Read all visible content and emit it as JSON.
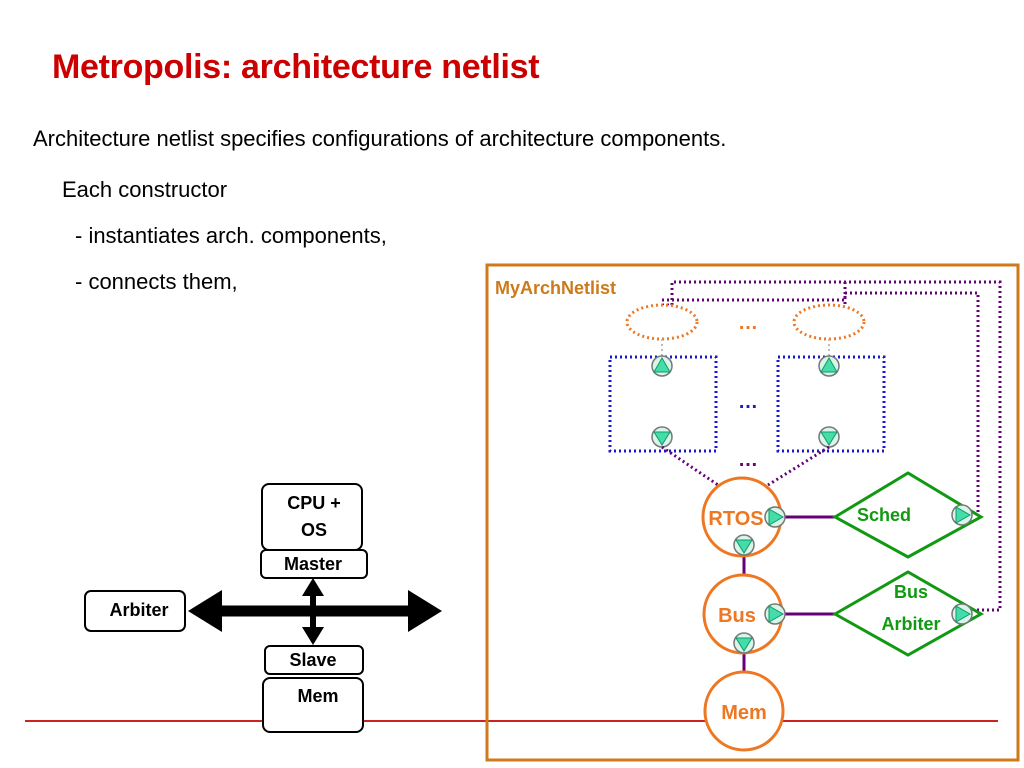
{
  "title": "Metropolis: architecture netlist",
  "body": {
    "line1": "Architecture netlist specifies configurations of architecture components.",
    "line2": "Each constructor",
    "line3": "- instantiates arch. components,",
    "line4": "- connects them,"
  },
  "left_diagram": {
    "cpu_line1": "CPU +",
    "cpu_line2": "OS",
    "master": "Master",
    "arbiter": "Arbiter",
    "slave": "Slave",
    "mem": "Mem"
  },
  "netlist": {
    "name": "MyArchNetlist",
    "ellipsis": "…",
    "rtos": "RTOS",
    "bus": "Bus",
    "mem": "Mem",
    "sched": "Sched",
    "bus_arbiter_line1": "Bus",
    "bus_arbiter_line2": "Arbiter"
  },
  "colors": {
    "title": "#cc0000",
    "netlist_frame": "#cc7a1a",
    "orange": "#ee7722",
    "blue": "#1a1acc",
    "purple": "#660077",
    "green": "#119911",
    "port_fill": "#44ddaa",
    "footer_line": "#cc2222"
  }
}
